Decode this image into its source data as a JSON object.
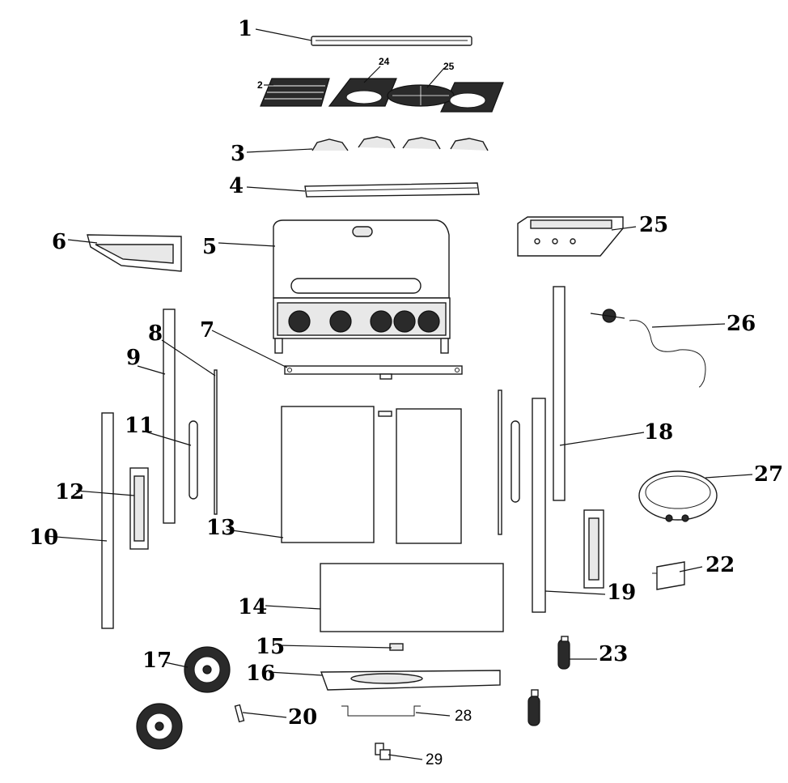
{
  "diagram": {
    "labels": {
      "p1": "1",
      "p2": "2",
      "p3": "3",
      "p4": "4",
      "p5": "5",
      "p6": "6",
      "p7": "7",
      "p8": "8",
      "p9": "9",
      "p10": "10",
      "p11": "11",
      "p12": "12",
      "p13": "13",
      "p14": "14",
      "p15": "15",
      "p16": "16",
      "p17": "17",
      "p18": "18",
      "p19": "19",
      "p20": "20",
      "p22": "22",
      "p23": "23",
      "p24": "24",
      "p25a": "25",
      "p25b": "25",
      "p26": "26",
      "p27": "27",
      "p28": "28",
      "p29": "29"
    }
  }
}
